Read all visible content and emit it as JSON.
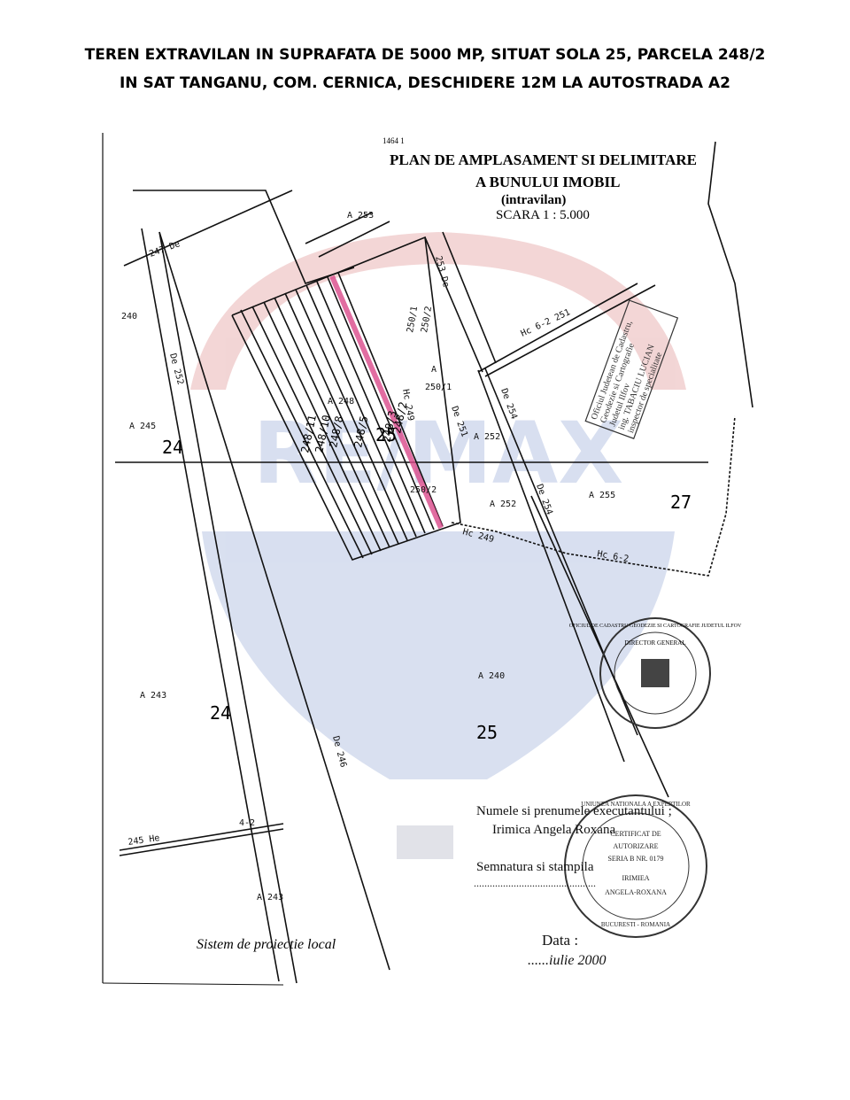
{
  "heading": {
    "line1": "TEREN EXTRAVILAN IN SUPRAFATA DE 5000 MP, SITUAT SOLA 25, PARCELA 248/2",
    "line2": "IN SAT TANGANU, COM. CERNICA, DESCHIDERE 12M LA AUTOSTRADA A2"
  },
  "plan": {
    "title_line1": "PLAN DE AMPLASAMENT SI DELIMITARE",
    "title_line2": "A BUNULUI IMOBIL",
    "title_line3": "(intravilan)",
    "scale": "SCARA   1 : 5.000",
    "corner_code": "1464 1"
  },
  "labels": {
    "sola24_top": "24",
    "sola25_top": "25",
    "sola27": "27",
    "sola24_bottom": "24",
    "sola25_bottom": "25",
    "a245": "A 245",
    "a243_mid": "A 243",
    "a243_bottom": "A 243",
    "a240_bottom": "A 240",
    "a252_a": "A 252",
    "a252_b": "A 252",
    "a255": "A 255",
    "a248": "A 248",
    "a250_1": "250/1",
    "a250_2": "250/2",
    "a250_sign": "A",
    "p240": "240",
    "p247": "247 De",
    "p253": "A 253",
    "de252": "De 252",
    "de253": "253 De",
    "de254_a": "De 254",
    "de254_b": "De 254",
    "de246": "De 246",
    "de251": "De 251",
    "hc249": "Hc 249",
    "hc251": "Hc 6-2  251",
    "hc249_2": "Hc 249",
    "hc6_2": "Hc 6-2",
    "he245": "245 He",
    "he4_2": "4-2",
    "col_250_1": "250/1",
    "col_250_2": "250/2",
    "strip_1": "248/11",
    "strip_2": "248/10",
    "strip_3": "248/8",
    "strip_4": "248/5",
    "strip_5": "248/3",
    "strip_6": "248/2"
  },
  "stamp_top": {
    "line1": "Oficiul Judetean de Cadastru,",
    "line2": "Geodezie si Cartografie",
    "line3": "Judetul Ilfov",
    "line4": "ing. TABACIU LUCIAN",
    "line5": "inspector de specialitate"
  },
  "stamp_round1": {
    "ring": "OFICIUL DE CADASTRU GEODEZIE SI CARTOGRAFIE JUDETUL ILFOV",
    "center": "DIRECTOR GENERAL"
  },
  "stamp_round2": {
    "ring_top": "UNIUNEA NATIONALA A EXPERTILOR",
    "line1": "CERTIFICAT DE",
    "line2": "AUTORIZARE",
    "line3": "SERIA B NR. 0179",
    "line4": "IRIMIEA",
    "line5": "ANGELA-ROXANA",
    "ring_bottom": "BUCURESTI - ROMANIA"
  },
  "executant": {
    "label": "Numele si prenumele executantului ;",
    "name": "Irimica Angela Roxana",
    "sig_label": "Semnatura si stampila",
    "sig_dots": "..............................................",
    "date_label": "Data :",
    "date_value": "......iulie  2000"
  },
  "footer_note": "Sistem de proiectie local",
  "watermark": "RE/MAX",
  "colors": {
    "highlight": "#d9488a",
    "watermark_red": "#e9b4b4",
    "watermark_blue": "#b9c6e4",
    "ink": "#111111"
  }
}
